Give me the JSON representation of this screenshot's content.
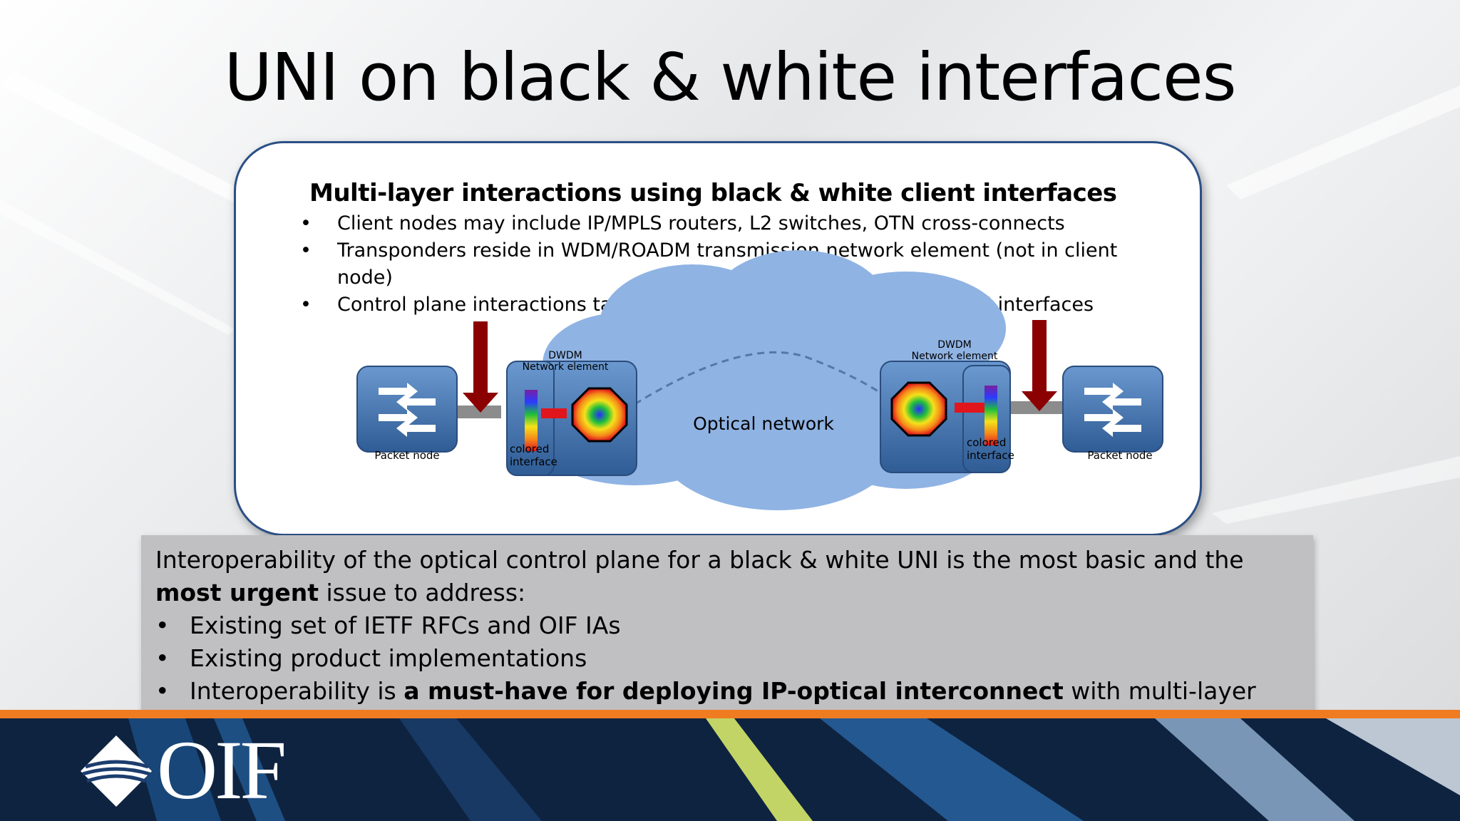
{
  "slide": {
    "title": "UNI on black & white interfaces"
  },
  "panel": {
    "heading": "Multi-layer interactions using black & white client interfaces",
    "bullets": [
      "Client nodes may include IP/MPLS routers, L2 switches, OTN cross-connects",
      "Transponders reside in WDM/ROADM transmission network element (not in client node)",
      "Control plane interactions take place at black & white Ethernet/OTN interfaces"
    ]
  },
  "diagram": {
    "cloud_label": "Optical network",
    "left_packet_node_label": "Packet node",
    "right_packet_node_label": "Packet node",
    "left_ne_label_line1": "DWDM",
    "left_ne_label_line2": "Network element",
    "right_ne_label_line1": "DWDM",
    "right_ne_label_line2": "Network element",
    "left_colored_line1": "colored",
    "left_colored_line2": "interface",
    "right_colored_line1": "colored",
    "right_colored_line2": "interface",
    "colors": {
      "cloud": "#8fb3e3",
      "node": "#3f6fa8",
      "arrow": "#8b0000",
      "dashed_link": "#5577aa"
    }
  },
  "note": {
    "intro_part1": "Interoperability of the optical control plane for a black & white UNI is the most basic and the ",
    "intro_bold1": "most urgent",
    "intro_part2": " issue to address:",
    "bullet1": "Existing set of IETF RFCs and OIF IAs",
    "bullet2": "Existing product implementations",
    "bullet3_part1": "Interoperability is ",
    "bullet3_bold": "a must-have for deploying IP-optical interconnect",
    "bullet3_part2": " with multi-layer interactions."
  },
  "footer": {
    "logo_text": "OIF",
    "accent_color": "#f07c22"
  }
}
